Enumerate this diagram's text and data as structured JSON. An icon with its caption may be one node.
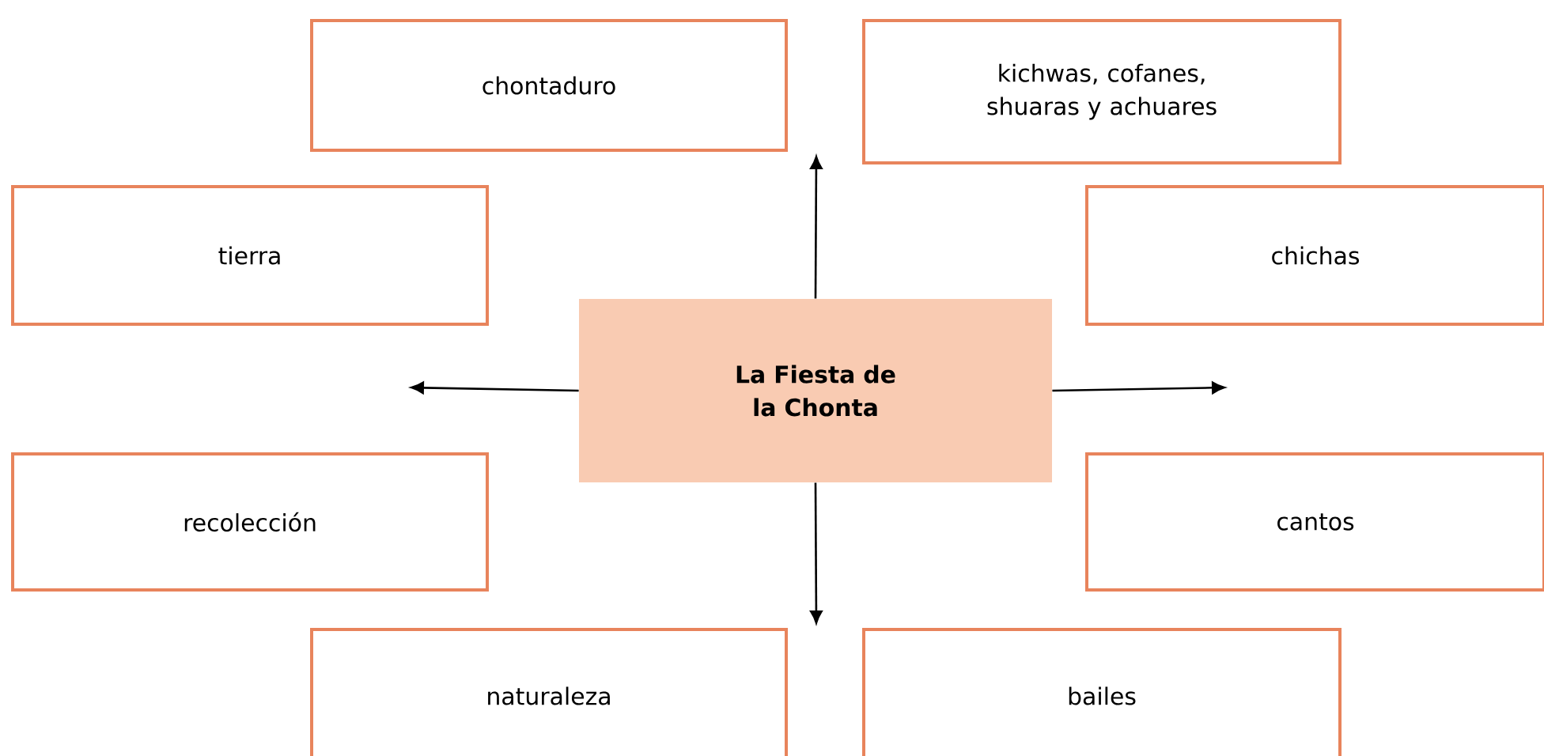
{
  "diagram": {
    "nodes": [
      {
        "text": [
          "chontaduro"
        ]
      },
      {
        "text": [
          "kichwas, cofanes, shuaras y achuares"
        ]
      },
      {
        "text": [
          "tierra"
        ]
      },
      {
        "text": [
          "chichas"
        ]
      },
      {
        "text": [
          "La Fiesta de la Chonta"
        ]
      },
      {
        "text": [
          "recolección"
        ]
      },
      {
        "text": [
          "cantos"
        ]
      },
      {
        "text": [
          "naturaleza"
        ]
      },
      {
        "text": [
          "bailes"
        ]
      }
    ],
    "edges": [
      {
        "from": 4,
        "to": null,
        "arrow": "to"
      },
      {
        "from": 4,
        "to": null,
        "arrow": "to"
      },
      {
        "from": 4,
        "to": null,
        "arrow": "to"
      },
      {
        "from": 4,
        "to": null,
        "arrow": "to"
      }
    ]
  }
}
